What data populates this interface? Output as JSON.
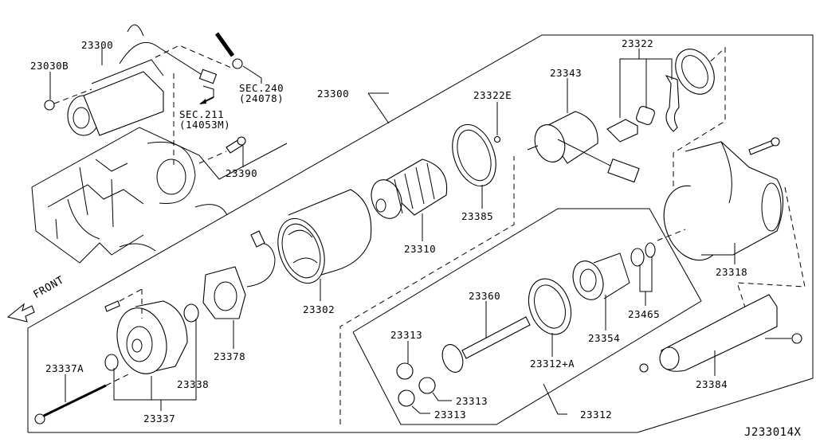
{
  "diagram": {
    "title_code": "J233014X",
    "direction_label": "FRONT",
    "colors": {
      "line": "#000000",
      "background": "#ffffff"
    },
    "labels": {
      "starter_assy_top": "23300",
      "nut_23030b": "23030B",
      "sec240": "SEC.240",
      "sec240_ref": "(24078)",
      "sec211": "SEC.211",
      "sec211_ref": "(14053M)",
      "bolt_23390": "23390",
      "starter_assy_exploded": "23300",
      "ball_23322e": "23322E",
      "solenoid_23343": "23343",
      "lever_set_23322": "23322",
      "plate_23385": "23385",
      "armature_23310": "23310",
      "yoke_23302": "23302",
      "brush_holder_23378": "23378",
      "rear_cover_23337": "23337",
      "through_bolt_23337a": "23337A",
      "bushing_23338": "23338",
      "housing_23318": "23318",
      "shaft_23360": "23360",
      "internal_gear_23312a": "23312+A",
      "pinion_23354": "23354",
      "ring_23465": "23465",
      "gear_23313_a": "23313",
      "gear_23313_b": "23313",
      "gear_23313_c": "23313",
      "gear_set_23312": "23312",
      "cover_23384": "23384"
    }
  }
}
